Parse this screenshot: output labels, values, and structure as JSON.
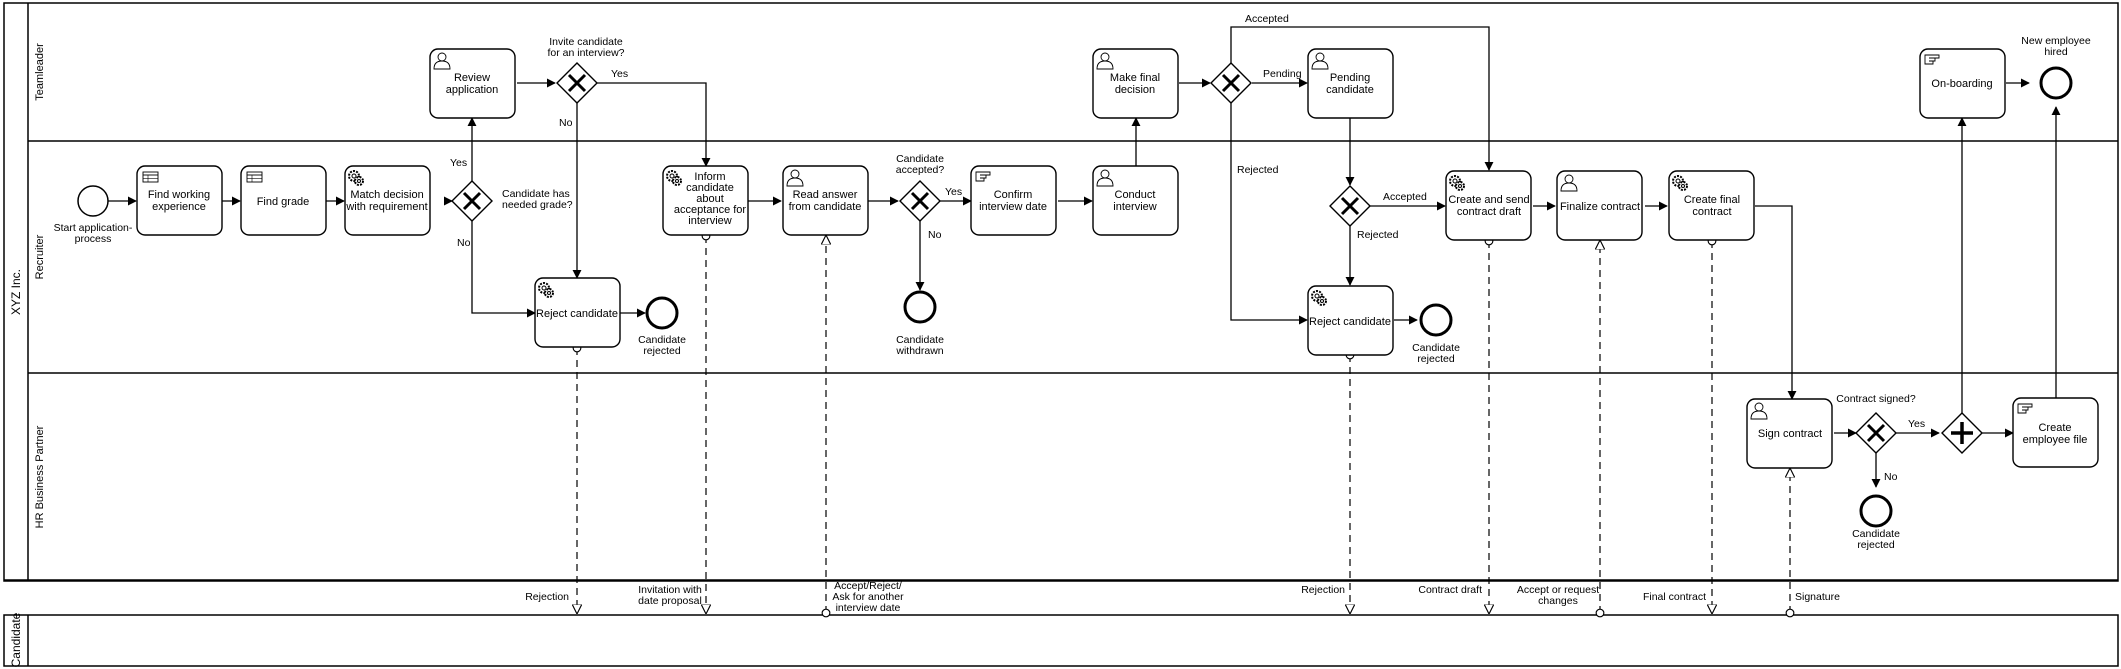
{
  "pool": {
    "title": "XYZ Inc."
  },
  "lanes": {
    "teamleader": "Teamleader",
    "recruiter": "Recruiter",
    "hr": "HR Business Partner"
  },
  "candidate_pool": {
    "title": "Candidate"
  },
  "tasks": {
    "find_working_experience": [
      "Find working",
      "experience"
    ],
    "find_grade": [
      "Find grade"
    ],
    "match_decision": [
      "Match decision",
      "with requirement"
    ],
    "review_application": [
      "Review",
      "application"
    ],
    "reject_candidate_1": [
      "Reject candidate"
    ],
    "inform_candidate": [
      "Inform",
      "candidate",
      "about",
      "acceptance for",
      "interview"
    ],
    "read_answer": [
      "Read answer",
      "from candidate"
    ],
    "confirm_interview": [
      "Confirm",
      "interview date"
    ],
    "conduct_interview": [
      "Conduct",
      "interview"
    ],
    "make_final_decision": [
      "Make final",
      "decision"
    ],
    "pending_candidate": [
      "Pending",
      "candidate"
    ],
    "reject_candidate_2": [
      "Reject candidate"
    ],
    "create_send_contract": [
      "Create and send",
      "contract draft"
    ],
    "finalize_contract": [
      "Finalize contract"
    ],
    "create_final_contract": [
      "Create final",
      "contract"
    ],
    "sign_contract": [
      "Sign contract"
    ],
    "onboarding": [
      "On-boarding"
    ],
    "create_employee_file": [
      "Create",
      "employee file"
    ]
  },
  "events": {
    "start": [
      "Start application-",
      "process"
    ],
    "candidate_rejected_1": [
      "Candidate",
      "rejected"
    ],
    "candidate_withdrawn": [
      "Candidate",
      "withdrawn"
    ],
    "candidate_rejected_2": [
      "Candidate",
      "rejected"
    ],
    "candidate_rejected_3": [
      "Candidate",
      "rejected"
    ],
    "new_employee_hired": [
      "New employee",
      "hired"
    ]
  },
  "gateways": {
    "invite_interview": [
      "Invite candidate",
      "for an interview?"
    ],
    "needed_grade": [
      "Candidate has",
      "needed grade?"
    ],
    "candidate_accepted": [
      "Candidate",
      "accepted?"
    ],
    "contract_signed": [
      "Contract signed?"
    ]
  },
  "flow_labels": {
    "yes": "Yes",
    "no": "No",
    "accepted": "Accepted",
    "pending": "Pending",
    "rejected": "Rejected"
  },
  "messages": {
    "rejection_1": [
      "Rejection"
    ],
    "invitation": [
      "Invitation with",
      "date proposal"
    ],
    "accept_reject": [
      "Accept/Reject/",
      "Ask for another",
      "interview date"
    ],
    "rejection_2": [
      "Rejection"
    ],
    "contract_draft": [
      "Contract draft"
    ],
    "accept_request_changes": [
      "Accept or request",
      "changes"
    ],
    "final_contract": [
      "Final contract"
    ],
    "signature": [
      "Signature"
    ]
  }
}
